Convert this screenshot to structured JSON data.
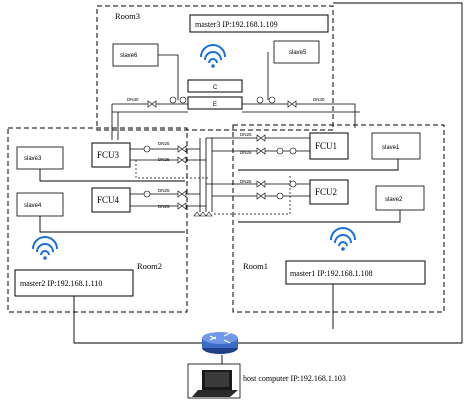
{
  "rooms": {
    "room3": {
      "label": "Room3",
      "master": "master3 IP:192.168.1.109",
      "slaves": [
        "slave6",
        "slave5"
      ]
    },
    "room2": {
      "label": "Room2",
      "master": "master2 IP:192.168.1.110",
      "slaves": [
        "slave3",
        "slave4"
      ],
      "fcus": [
        "FCU3",
        "FCU4"
      ]
    },
    "room1": {
      "label": "Room1",
      "master": "master1 IP:192.168.1.108",
      "slaves": [
        "slave1",
        "slave2"
      ],
      "fcus": [
        "FCU1",
        "FCU2"
      ]
    }
  },
  "header_boxes": [
    "C",
    "E"
  ],
  "pipe_labels": {
    "dn40_left": "DN40",
    "dn40_right": "DN40",
    "dn25": "DN25"
  },
  "host": {
    "label": "host computer IP:192.168.1.103"
  },
  "colors": {
    "line": "#000000",
    "wifi": "#1a6fe0",
    "router": "#3a6cc8",
    "router_dark": "#1f3f86"
  },
  "icons": [
    "wifi-icon",
    "router-icon",
    "laptop-icon"
  ]
}
